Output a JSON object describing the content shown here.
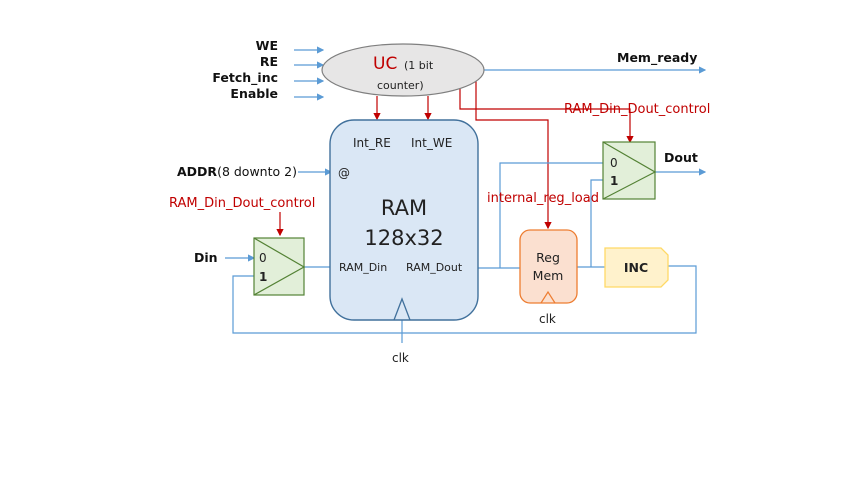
{
  "diagram": {
    "inputs_uc": [
      "WE",
      "RE",
      "Fetch_inc",
      "Enable"
    ],
    "uc": {
      "title": "UC",
      "subtitle_line1": "(1 bit",
      "subtitle_line2": "counter)"
    },
    "outputs": {
      "mem_ready": "Mem_ready",
      "dout": "Dout"
    },
    "control_signals": {
      "ram_din_dout_control_top": "RAM_Din_Dout_control",
      "ram_din_dout_control_left": "RAM_Din_Dout_control",
      "internal_reg_load": "internal_reg_load"
    },
    "addr": {
      "bold": "ADDR",
      "rest": "(8 downto 2)"
    },
    "din": "Din",
    "ram": {
      "name": "RAM",
      "size": "128x32",
      "int_re": "Int_RE",
      "int_we": "Int_WE",
      "addr_port": "@",
      "din_port": "RAM_Din",
      "dout_port": "RAM_Dout",
      "clk": "clk"
    },
    "mux_in": {
      "in0": "0",
      "in1": "1"
    },
    "mux_out": {
      "in0": "0",
      "in1": "1"
    },
    "reg": {
      "line1": "Reg",
      "line2": "Mem",
      "clk": "clk"
    },
    "inc": "INC",
    "colors": {
      "wire_blue": "#5b9bd5",
      "wire_red": "#c00000",
      "uc_fill": "#e7e6e6",
      "ram_fill": "#dae7f5",
      "ram_stroke": "#41719c",
      "mux_fill": "#e2efd9",
      "mux_stroke": "#548235",
      "reg_fill": "#fbe0d0",
      "reg_stroke": "#ed7d31",
      "inc_fill": "#fff2cc",
      "inc_stroke": "#ffd966"
    }
  }
}
